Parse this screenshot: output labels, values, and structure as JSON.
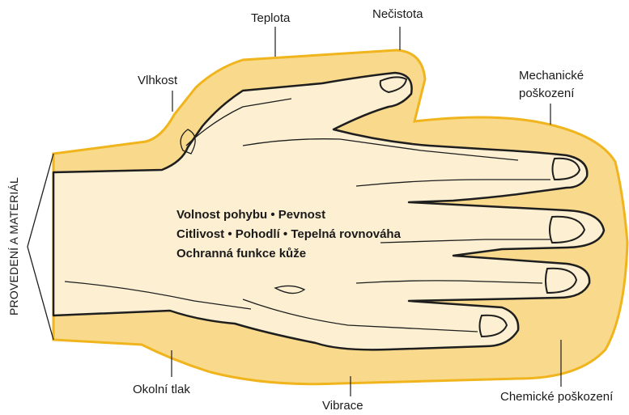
{
  "labels": {
    "teplota": "Teplota",
    "necistota": "Nečistota",
    "vlhkost": "Vlhkost",
    "mechanicke_1": "Mechanické",
    "mechanicke_2": "poškození",
    "okolni_tlak": "Okolní tlak",
    "vibrace": "Vibrace",
    "chemicke": "Chemické poškození",
    "side": "PROVEDENÍ A MATERIÁL"
  },
  "center": {
    "line1": "Volnost pohybu • Pevnost",
    "line2": "Citlivost • Pohodlí • Tepelná rovnováha",
    "line3": "Ochranná funkce kůže"
  },
  "colors": {
    "glove_fill": "#f9d98c",
    "glove_edge": "#f0b41c",
    "hand_fill": "#fcefd2",
    "outline": "#1e1e1e"
  }
}
